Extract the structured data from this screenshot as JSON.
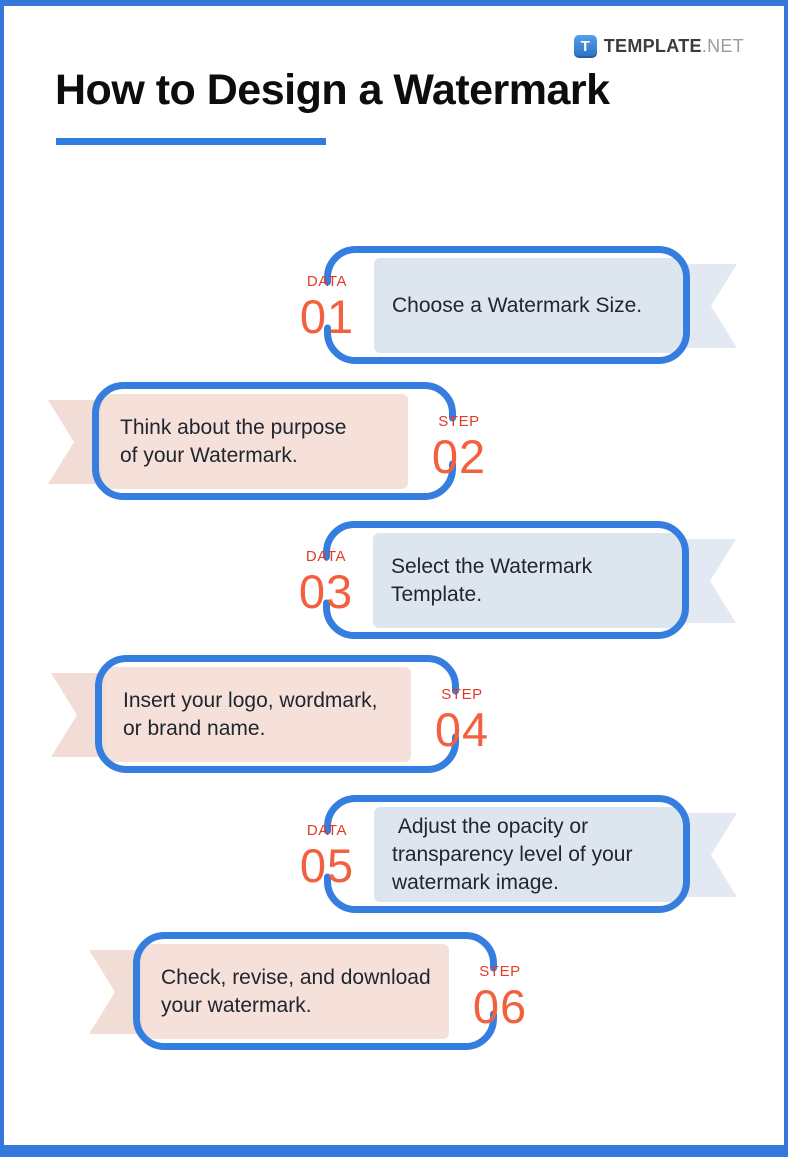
{
  "page": {
    "background": "#ffffff",
    "frame_color": "#3379dc"
  },
  "brand": {
    "icon_letter": "T",
    "name_primary": "TEMPLATE",
    "name_secondary": ".NET"
  },
  "header": {
    "title": "How to Design a Watermark",
    "underline_color": "#2e7ce0"
  },
  "colors": {
    "accent_blue": "#357ee0",
    "panel_blue": "#dde6ef",
    "tail_blue": "#e2e9f2",
    "panel_pink": "#f6e1da",
    "tail_pink": "#f2ddd6",
    "label_red": "#e23b28",
    "number_orange": "#f2603d"
  },
  "steps": [
    {
      "label": "DATA",
      "number": "01",
      "side": "right",
      "text": "Choose a Watermark Size."
    },
    {
      "label": "STEP",
      "number": "02",
      "side": "left",
      "text": "Think about the purpose\nof your Watermark."
    },
    {
      "label": "DATA",
      "number": "03",
      "side": "right",
      "text": "Select the Watermark\nTemplate."
    },
    {
      "label": "STEP",
      "number": "04",
      "side": "left",
      "text": "Insert your logo, wordmark,\nor brand name."
    },
    {
      "label": "DATA",
      "number": "05",
      "side": "right",
      "text": " Adjust the opacity or\ntransparency level of your\nwatermark image."
    },
    {
      "label": "STEP",
      "number": "06",
      "side": "left",
      "text": "Check, revise, and download\nyour watermark."
    }
  ]
}
